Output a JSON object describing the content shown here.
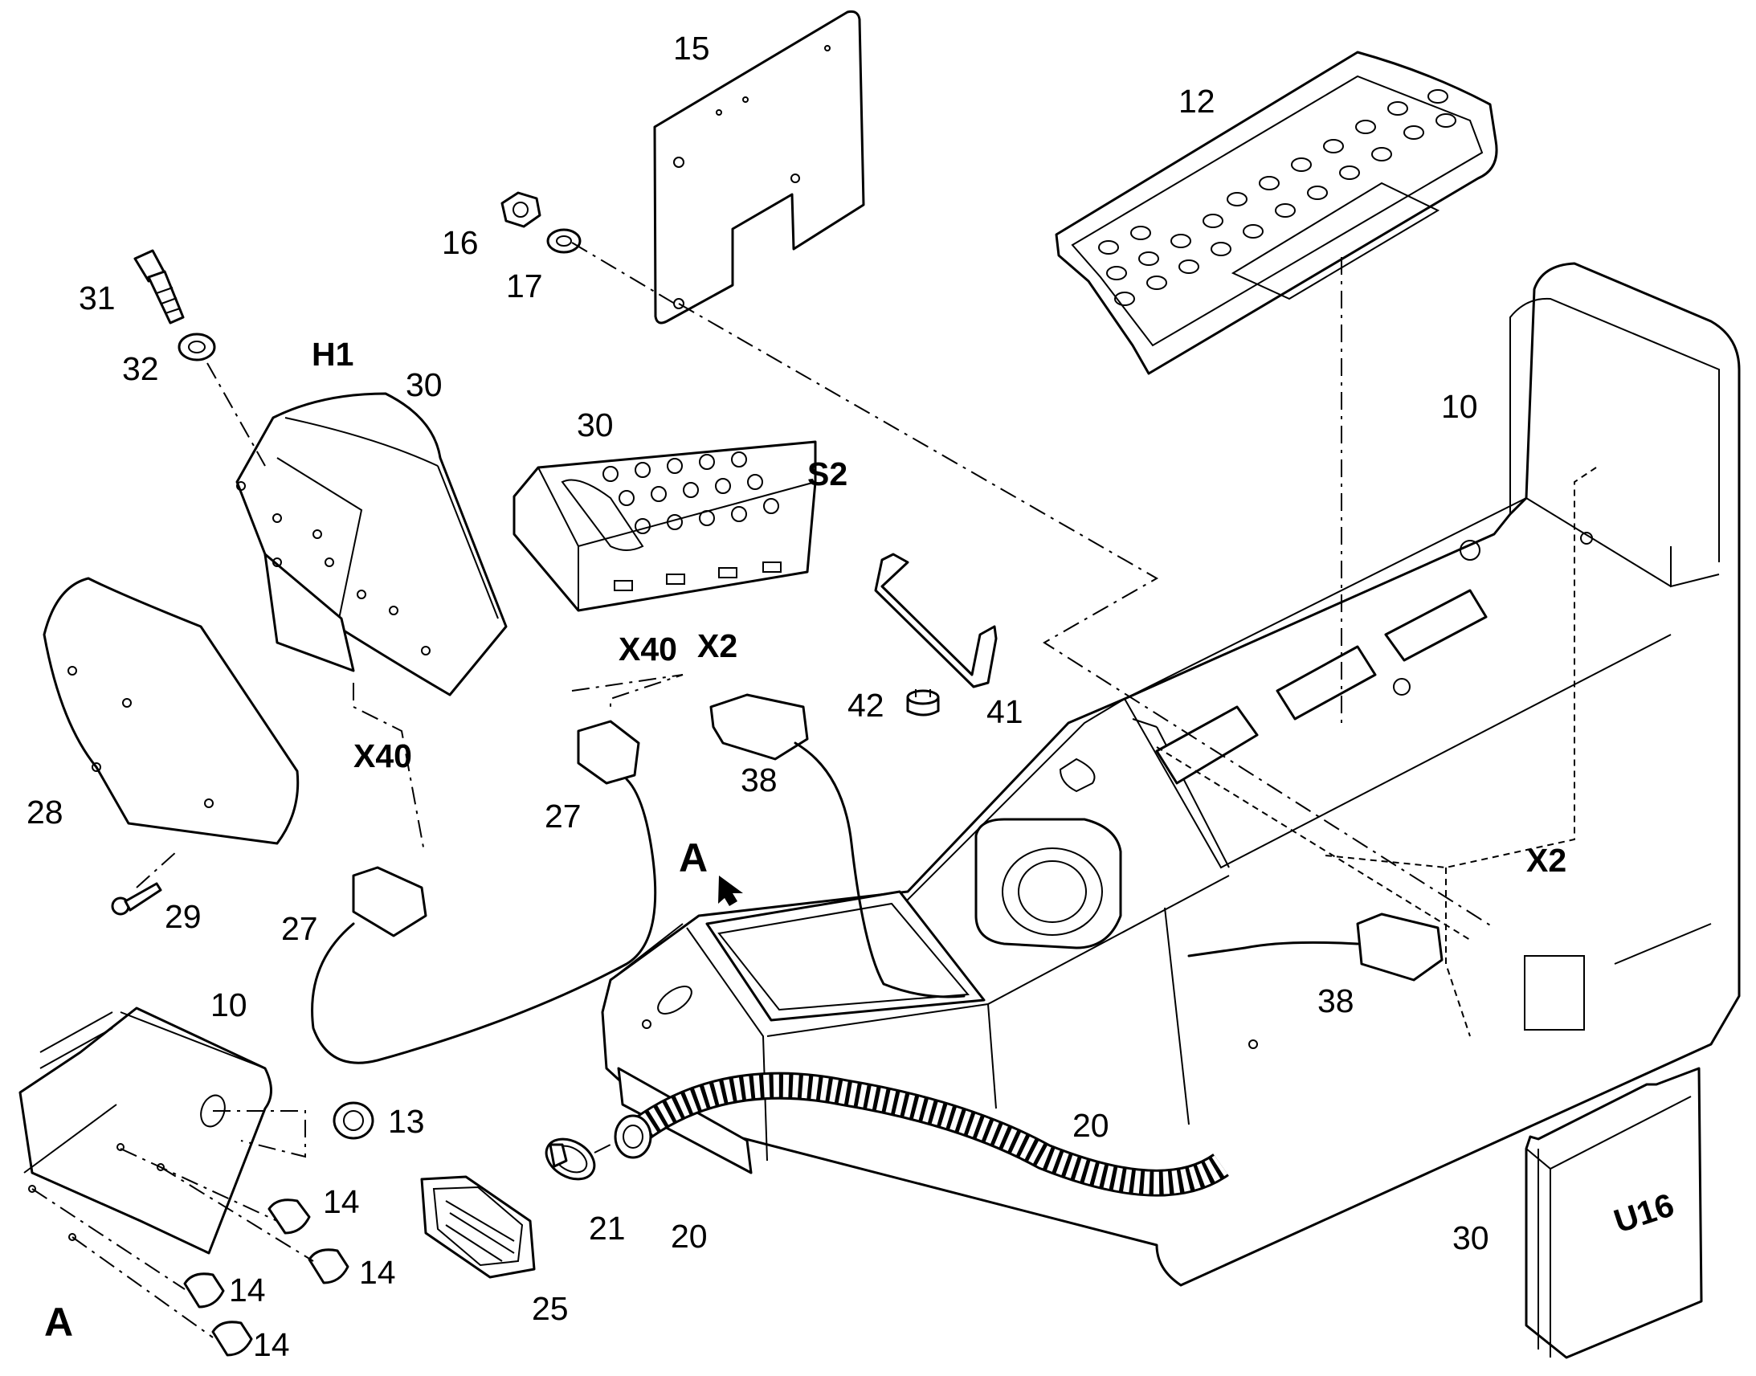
{
  "callouts": {
    "n15": "15",
    "n12": "12",
    "n16": "16",
    "n17": "17",
    "n31": "31",
    "n32": "32",
    "h1": "H1",
    "n30a": "30",
    "n30b": "30",
    "s2": "S2",
    "n10a": "10",
    "x40a": "X40",
    "x2a": "X2",
    "n42": "42",
    "n41": "41",
    "n38a": "38",
    "n28": "28",
    "x40b": "X40",
    "n27a": "27",
    "a_arrow": "A",
    "n29": "29",
    "n27b": "27",
    "x2b": "X2",
    "n38b": "38",
    "n10b": "10",
    "n13": "13",
    "n20a": "20",
    "n14a": "14",
    "n14b": "14",
    "n14c": "14",
    "n14d": "14",
    "n21": "21",
    "n20b": "20",
    "n25": "25",
    "n30c": "30",
    "a_detail": "A"
  },
  "module_label": "U16"
}
